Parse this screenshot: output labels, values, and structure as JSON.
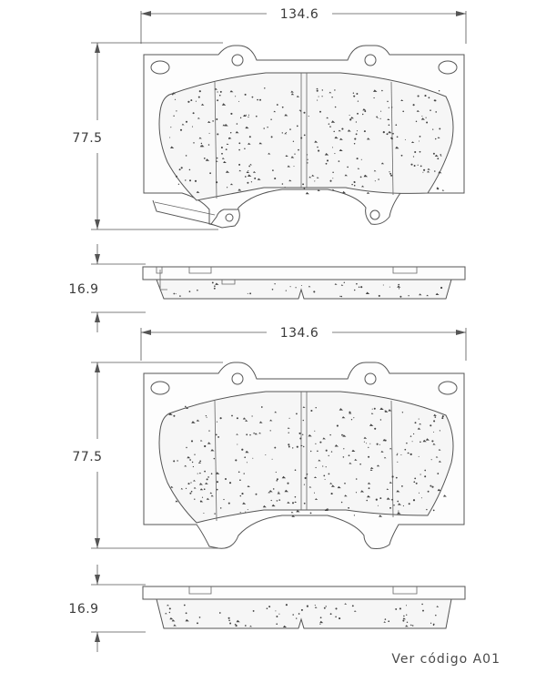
{
  "pad_top": {
    "width_label": "134.6",
    "height_label": "77.5",
    "thickness_label": "16.9"
  },
  "pad_bottom": {
    "width_label": "134.6",
    "height_label": "77.5",
    "thickness_label": "16.9"
  },
  "footnote": "Ver código A01"
}
